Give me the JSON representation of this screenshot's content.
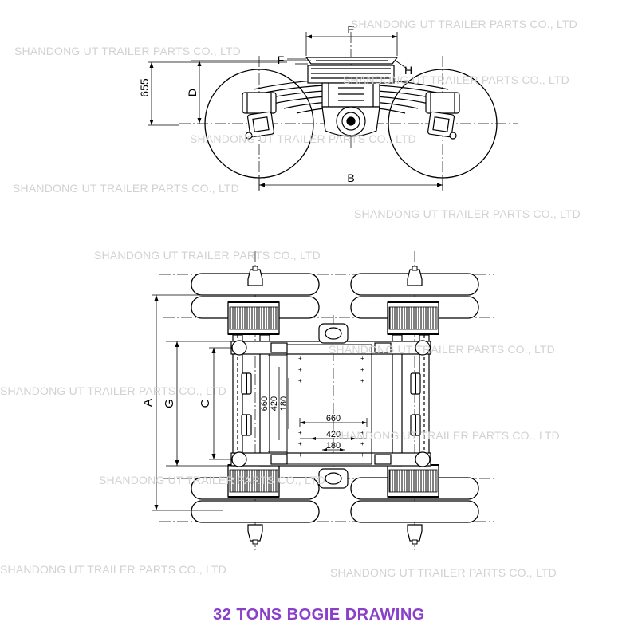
{
  "watermark_text": "SHANDONG UT TRAILER PARTS CO., LTD",
  "caption": {
    "text": "32 TONS BOGIE DRAWING",
    "color": "#8a3fc9"
  },
  "side_view": {
    "label_E": "E",
    "label_F": "F",
    "label_H": "H",
    "label_D": "D",
    "label_655": "655",
    "label_B": "B"
  },
  "top_view": {
    "label_A": "A",
    "label_G": "G",
    "label_C": "C",
    "label_660_v": "660",
    "label_420_v": "420",
    "label_180_v": "180",
    "label_660_h": "660",
    "label_420_h": "420",
    "label_180_h": "180"
  }
}
